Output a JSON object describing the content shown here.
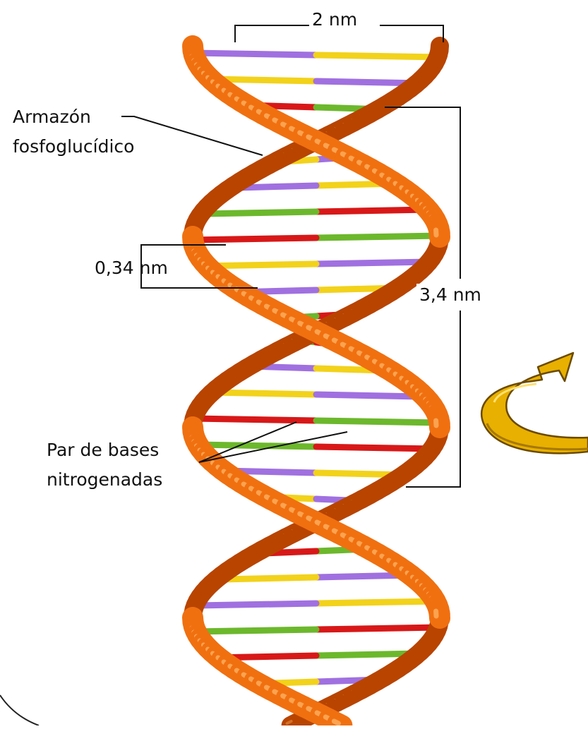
{
  "labels": {
    "width": "2 nm",
    "backbone_line1": "Armazón",
    "backbone_line2": "fosfoglucídico",
    "rise": "0,34 nm",
    "pitch": "3,4 nm",
    "bases_line1": "Par de bases",
    "bases_line2": "nitrogenadas"
  },
  "colors": {
    "strand": "#f07010",
    "strand_dark": "#b84400",
    "strand_light": "#ffb060",
    "base_purple": "#a070e0",
    "base_yellow": "#f2d21a",
    "base_red": "#d81818",
    "base_green": "#6cb82c",
    "arrow": "#e8b000",
    "arrow_dark": "#8a6400"
  },
  "icons": [
    "rotation-arrow-icon"
  ]
}
